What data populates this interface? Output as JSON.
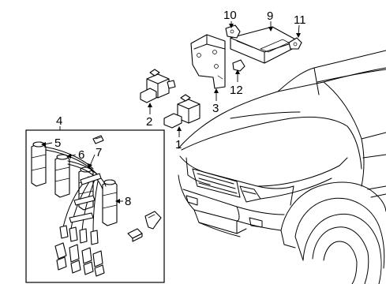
{
  "colors": {
    "line": "#000000",
    "background": "#ffffff"
  },
  "callouts": {
    "c1": "1",
    "c2": "2",
    "c3": "3",
    "c4": "4",
    "c5": "5",
    "c6": "6",
    "c7": "7",
    "c8": "8",
    "c9": "9",
    "c10": "10",
    "c11": "11",
    "c12": "12"
  }
}
